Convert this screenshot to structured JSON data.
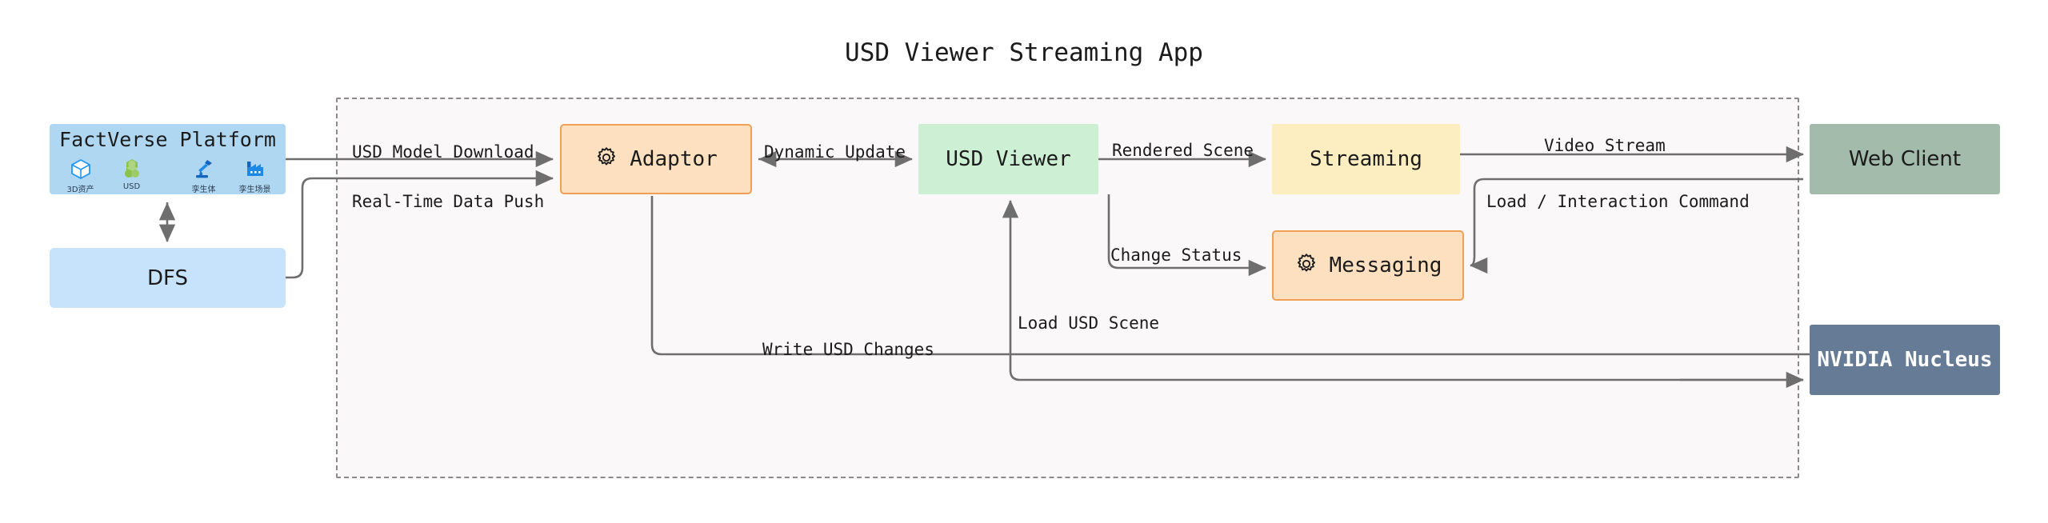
{
  "title": "USD Viewer Streaming App",
  "nodes": {
    "platform": {
      "label": "FactVerse Platform",
      "icons": [
        {
          "name": "cube-3d-icon",
          "caption": "3D资产"
        },
        {
          "name": "usd-cubes-icon",
          "caption": "USD"
        },
        {
          "name": "robot-arm-icon",
          "caption": "孪生体"
        },
        {
          "name": "factory-icon",
          "caption": "孪生场景"
        }
      ]
    },
    "dfs": {
      "label": "DFS"
    },
    "adaptor": {
      "label": "Adaptor",
      "icon": "gear-icon"
    },
    "usd_viewer": {
      "label": "USD Viewer"
    },
    "streaming": {
      "label": "Streaming"
    },
    "messaging": {
      "label": "Messaging",
      "icon": "gear-icon"
    },
    "web_client": {
      "label": "Web Client"
    },
    "nucleus": {
      "label": "NVIDIA Nucleus"
    }
  },
  "edges": {
    "usd_model_download": "USD Model Download",
    "real_time_data_push": "Real-Time Data Push",
    "dynamic_update": "Dynamic Update",
    "rendered_scene": "Rendered Scene",
    "video_stream": "Video Stream",
    "load_interaction_command": "Load / Interaction Command",
    "change_status": "Change Status",
    "load_usd_scene": "Load USD Scene",
    "write_usd_changes": "Write USD Changes"
  },
  "colors": {
    "platform_fill": "#afd7f2",
    "dfs_fill": "#c7e2fb",
    "adaptor_fill": "#fde0c0",
    "adaptor_stroke": "#f0a055",
    "viewer_fill": "#cdf0d4",
    "streaming_fill": "#fdeec1",
    "web_client_fill": "#a3bbab",
    "nucleus_fill": "#667b96",
    "zone_stroke": "#8a8a8a",
    "wire": "#6e6e6e"
  }
}
